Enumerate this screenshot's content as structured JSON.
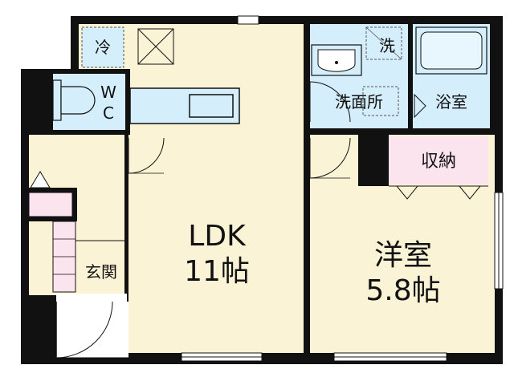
{
  "rooms": {
    "ldk": {
      "name": "LDK",
      "size": "11帖"
    },
    "western": {
      "name": "洋室",
      "size": "5.8帖"
    },
    "entrance": "玄関",
    "washroom": "洗面所",
    "bath": "浴室",
    "storage": "収納",
    "wc_top": "W",
    "wc_bottom": "C",
    "fridge": "冷",
    "washer": "洗"
  },
  "colors": {
    "floor": "#fbf3d6",
    "wet_area": "#d5eefb",
    "storage": "#fbe4ee",
    "wall": "#111111",
    "outside": "#ffffff"
  }
}
